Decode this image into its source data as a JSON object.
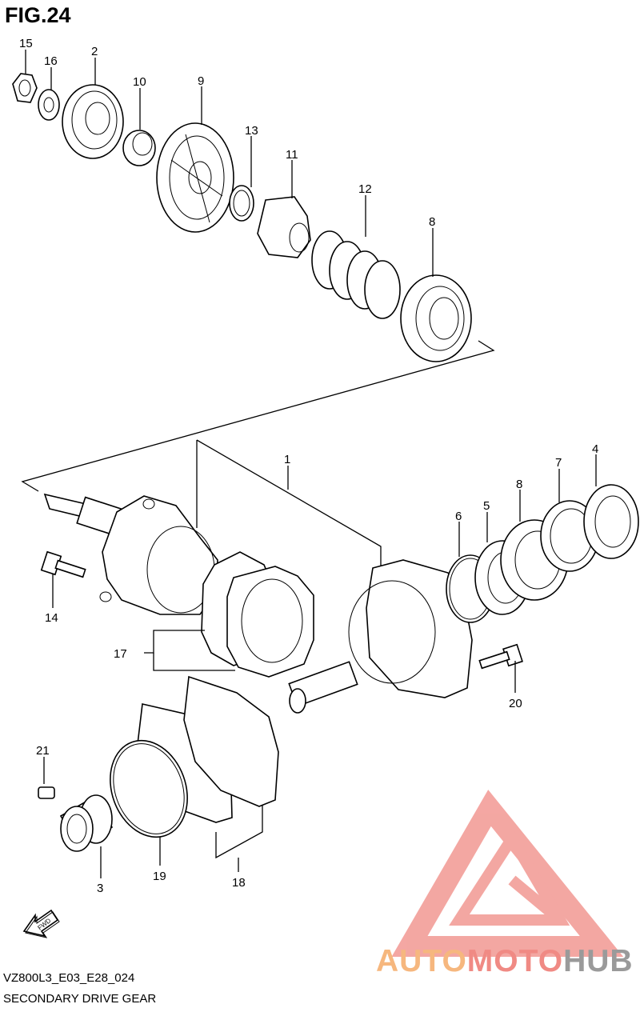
{
  "figure": {
    "title": "FIG.24",
    "code": "VZ800L3_E03_E28_024",
    "caption": "SECONDARY DRIVE GEAR"
  },
  "callouts": [
    "15",
    "16",
    "2",
    "10",
    "9",
    "13",
    "11",
    "12",
    "8",
    "1",
    "6",
    "5",
    "8",
    "7",
    "4",
    "14",
    "17",
    "20",
    "21",
    "3",
    "19",
    "18"
  ],
  "direction_marker": {
    "label": "FWD"
  },
  "watermark": {
    "word_1": "AUTO",
    "word_2": "MOTO",
    "word_3": "HUB",
    "colors": {
      "orange": "#F6B77E",
      "red": "#F08A84",
      "gray": "#9A9A9A"
    }
  }
}
